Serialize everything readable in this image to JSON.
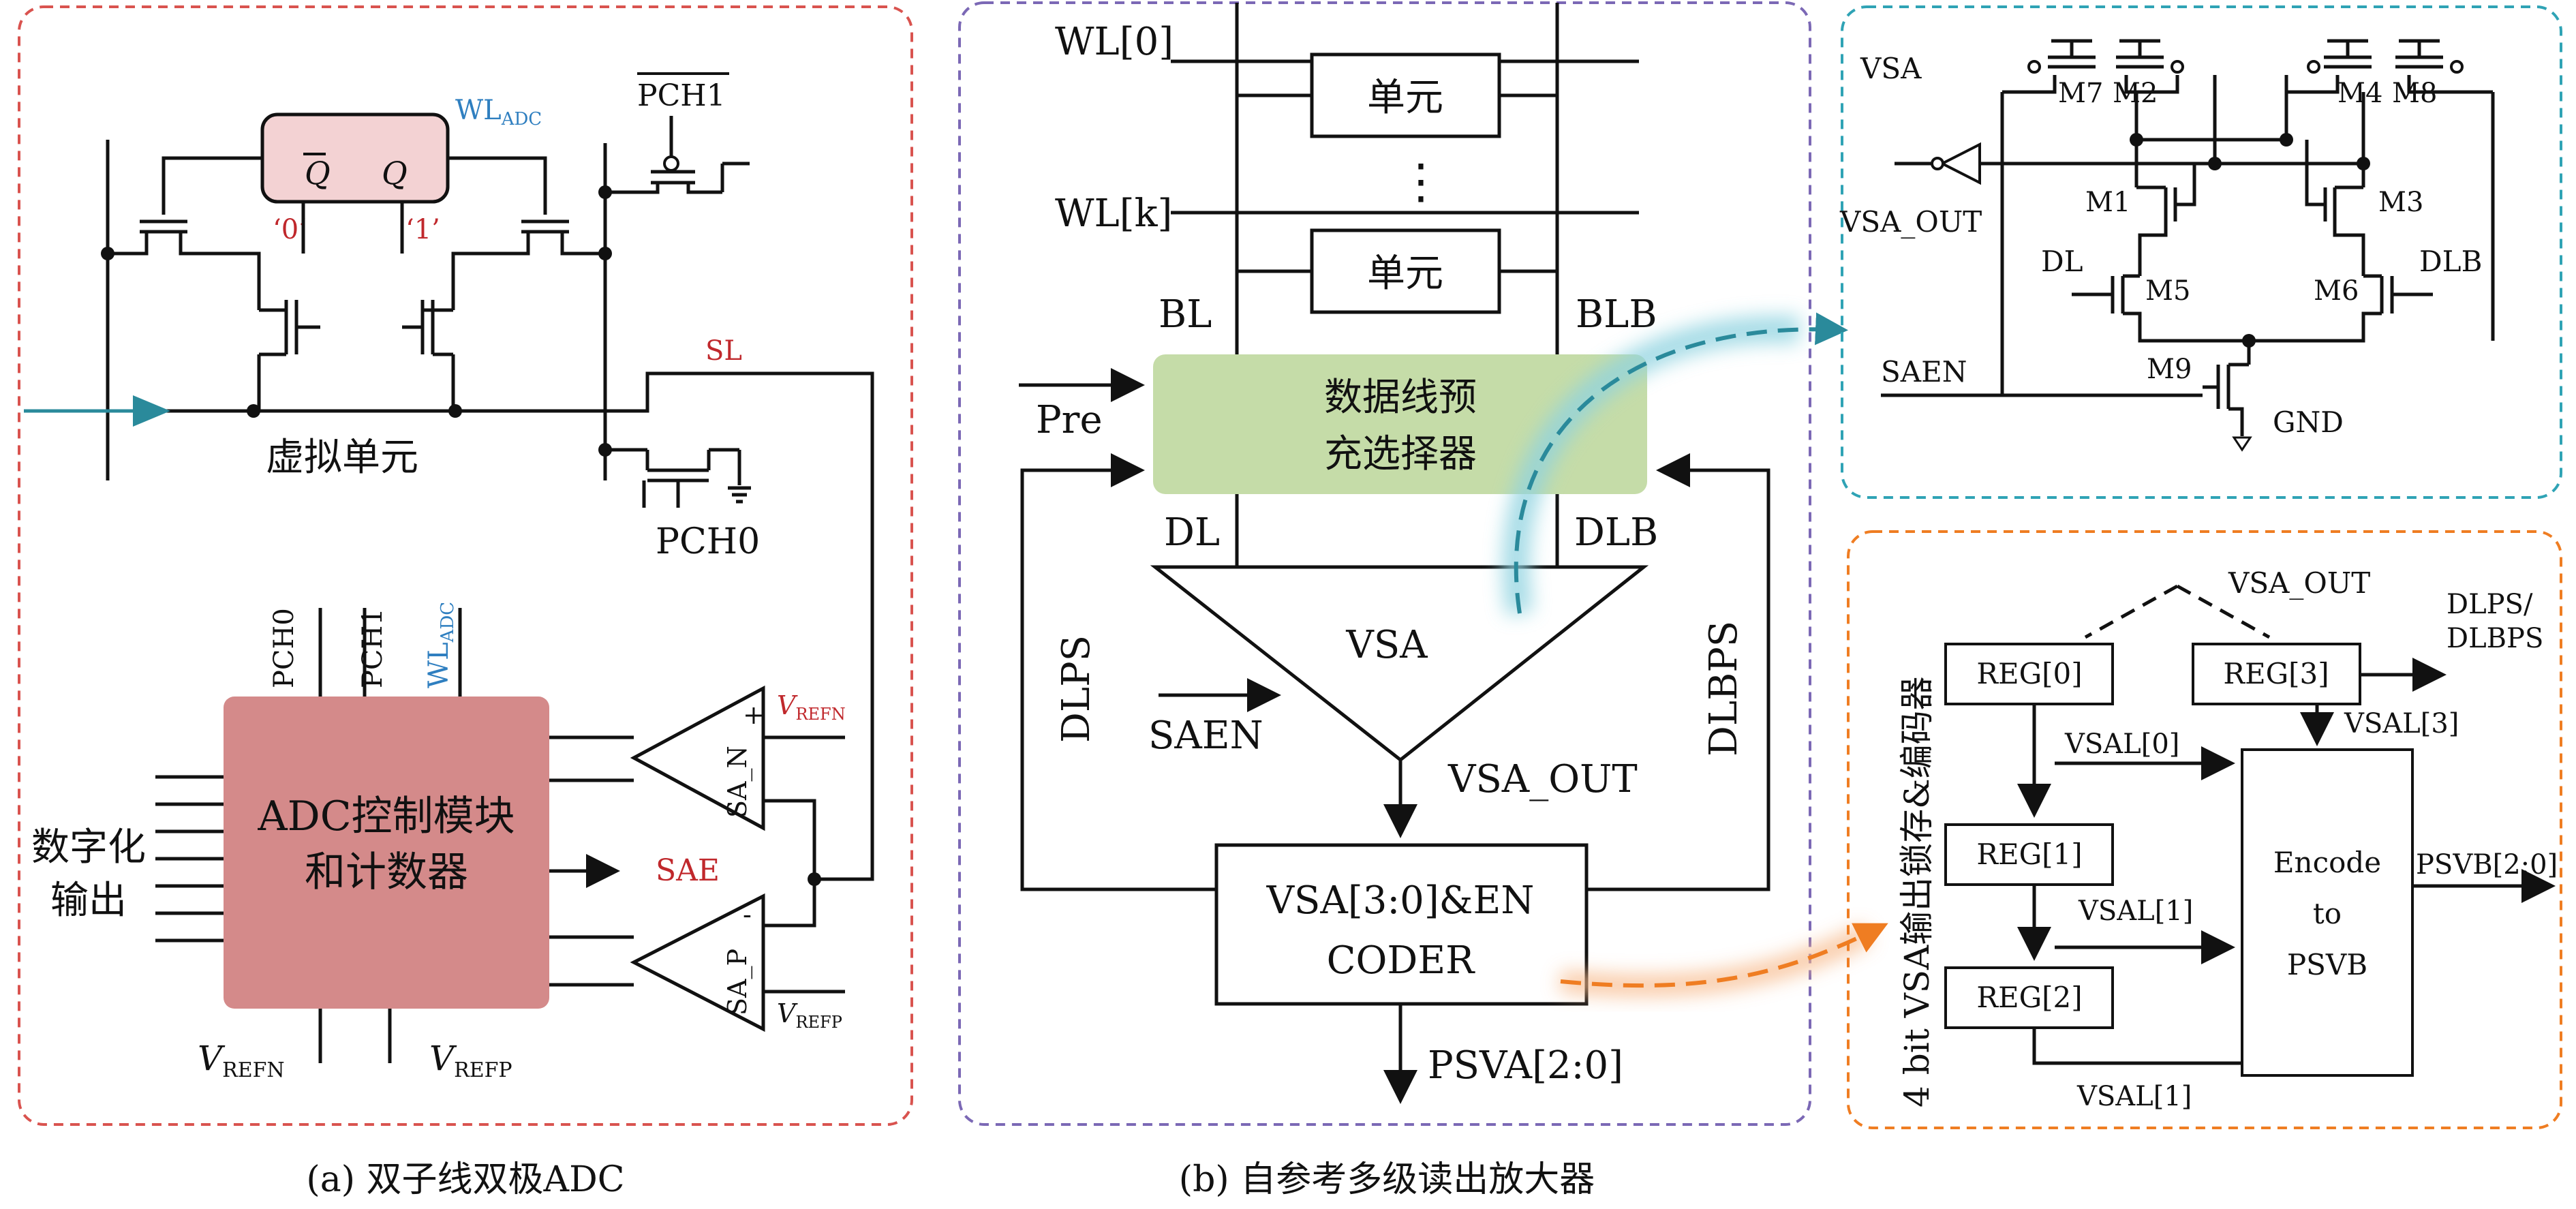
{
  "colors": {
    "panel_a_border": "#d9534f",
    "panel_b_border": "#7b68b5",
    "panel_c_border": "#2fa3b5",
    "panel_d_border": "#ef7d22",
    "dummy_cell_fill": "#f3d2d3",
    "adc_block_fill": "#d48a8a",
    "precharge_fill": "#c5dca8",
    "red_label": "#c0282c",
    "blue_label": "#2f7fc0",
    "teal_arrow": "#2a8a9b",
    "orange_arrow": "#ef7d22"
  },
  "panel_a": {
    "caption": "(a) 双子线双极ADC",
    "wl_adc": "WL",
    "wl_adc_sub": "ADC",
    "pch1": "PCH1",
    "q_bar": "Q",
    "q": "Q",
    "zero": "‘0’",
    "one": "‘1’",
    "sl": "SL",
    "dummy_cell": "虚拟单元",
    "pch0": "PCH0",
    "adc_block_line1": "ADC控制模块",
    "adc_block_line2": "和计数器",
    "top_pins": [
      "PCH0",
      "PCH1",
      "WL"
    ],
    "top_pin_sub": "ADC",
    "digital_out_line1": "数字化",
    "digital_out_line2": "输出",
    "sae": "SAE",
    "sa_n": "SA_N",
    "sa_p": "SA_P",
    "plus": "+",
    "minus": "-",
    "v_refn": "V",
    "v_refn_sub": "REFN",
    "v_refp": "V",
    "v_refp_sub": "REFP"
  },
  "panel_b": {
    "caption": "(b) 自参考多级读出放大器",
    "wl0": "WL[0]",
    "wlk": "WL[k]",
    "cell": "单元",
    "dots": "⋮",
    "bl": "BL",
    "blb": "BLB",
    "pre": "Pre",
    "precharge_line1": "数据线预",
    "precharge_line2": "充选择器",
    "dl": "DL",
    "dlb": "DLB",
    "dlps": "DLPS",
    "dlbps": "DLBPS",
    "vsa": "VSA",
    "saen": "SAEN",
    "vsa_out": "VSA_OUT",
    "encoder_line1": "VSA[3:0]&EN",
    "encoder_line2": "CODER",
    "psva": "PSVA[2:0]"
  },
  "panel_c": {
    "vsa": "VSA",
    "vsa_out": "VSA_OUT",
    "dl": "DL",
    "dlb": "DLB",
    "saen": "SAEN",
    "gnd": "GND",
    "transistors": [
      "M7",
      "M2",
      "M4",
      "M8",
      "M1",
      "M3",
      "M5",
      "M6",
      "M9"
    ]
  },
  "panel_d": {
    "title": "4 bit VSA输出锁存&编码器",
    "vsa_out": "VSA_OUT",
    "reg0": "REG[0]",
    "reg1": "REG[1]",
    "reg2": "REG[2]",
    "reg3": "REG[3]",
    "vsal0": "VSAL[0]",
    "vsal1": "VSAL[1]",
    "vsal1_bottom": "VSAL[1]",
    "vsal3": "VSAL[3]",
    "dlps_out_line1": "DLPS/",
    "dlps_out_line2": "DLBPS",
    "encode_line1": "Encode",
    "encode_line2": "to",
    "encode_line3": "PSVB",
    "psvb": "PSVB[2:0]"
  }
}
